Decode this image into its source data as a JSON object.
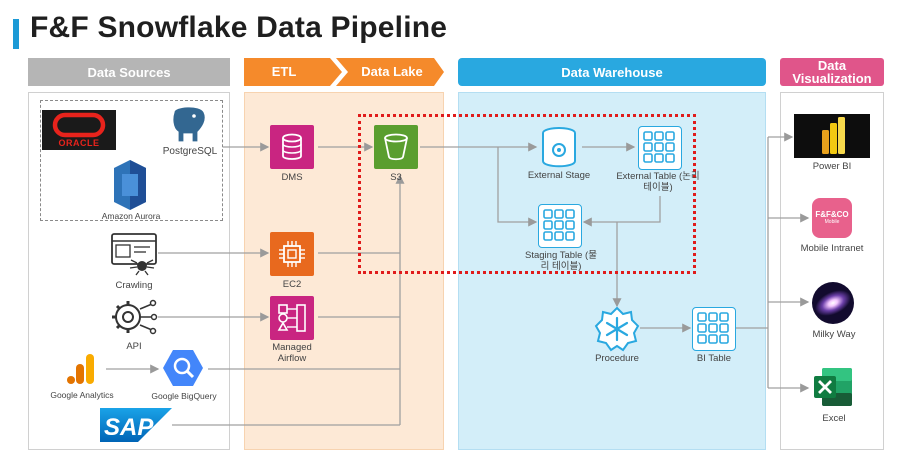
{
  "title": "F&F Snowflake Data Pipeline",
  "headers": {
    "data_sources": "Data Sources",
    "etl": "ETL",
    "data_lake": "Data Lake",
    "data_warehouse": "Data Warehouse",
    "data_visualization": "Data Visualization"
  },
  "sources": {
    "oracle": "ORACLE",
    "postgres": "PostgreSQL",
    "aurora": "Amazon Aurora",
    "crawling": "Crawling",
    "api": "API",
    "google_analytics": "Google Analytics",
    "bigquery": "Google BigQuery",
    "sap": "SAP"
  },
  "etl": {
    "dms": "DMS",
    "ec2": "EC2",
    "airflow": "Managed Airflow"
  },
  "lake": {
    "s3": "S3"
  },
  "warehouse": {
    "external_stage": "External Stage",
    "external_table": "External Table (논리 테이블)",
    "staging_table": "Staging Table (물리 테이블)",
    "procedure": "Procedure",
    "bi_table": "BI Table"
  },
  "visualization": {
    "powerbi": "Power BI",
    "mobile_intranet": "Mobile Intranet",
    "mobile_icon_text": "F&F&CO",
    "mobile_icon_sub": "Mobile",
    "milky_way": "Milky Way",
    "excel": "Excel"
  },
  "colors": {
    "title_accent": "#1c9ad6",
    "etl_orange": "#f58a2b",
    "warehouse_blue": "#29a8e0",
    "viz_pink": "#e0558a",
    "pipeline_red": "#e01b1b",
    "aws_dms_pink": "#c92581",
    "aws_s3_green": "#5a9e2f",
    "aws_ec2_orange": "#e8691e"
  }
}
